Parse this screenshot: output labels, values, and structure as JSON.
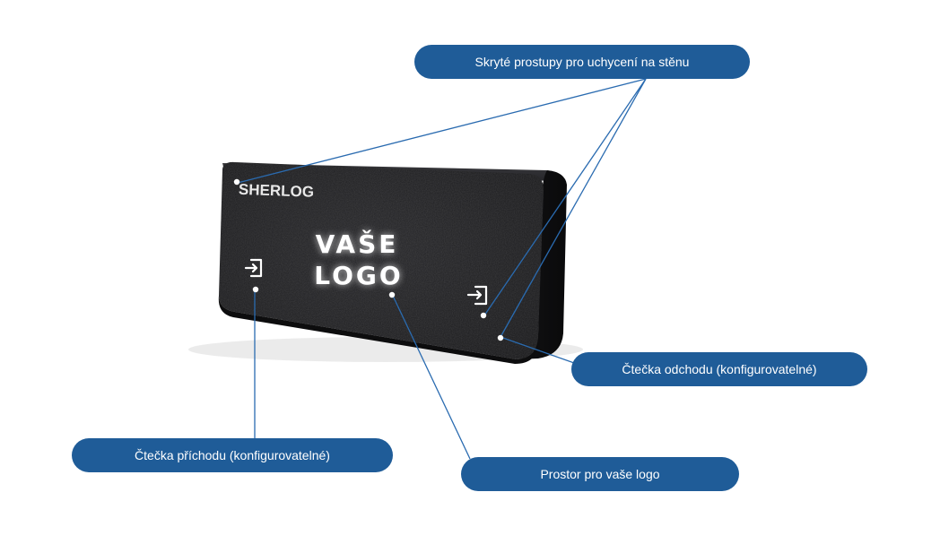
{
  "device": {
    "brand": "SHERLOG",
    "logo_line1": "VAŠE",
    "logo_line2": "LOGO",
    "body_color": "#1c1c1e",
    "icons": [
      "login-icon",
      "login-icon"
    ]
  },
  "callouts": {
    "wall_mount": "Skryté prostupy pro uchycení na stěnu",
    "exit_reader": "Čtečka odchodu (konfigurovatelné)",
    "entry_reader": "Čtečka příchodu (konfigurovatelné)",
    "logo_space": "Prostor pro vaše logo"
  },
  "colors": {
    "accent": "#1f5c98",
    "line": "#2a6bb0",
    "dot": "#ffffff"
  }
}
